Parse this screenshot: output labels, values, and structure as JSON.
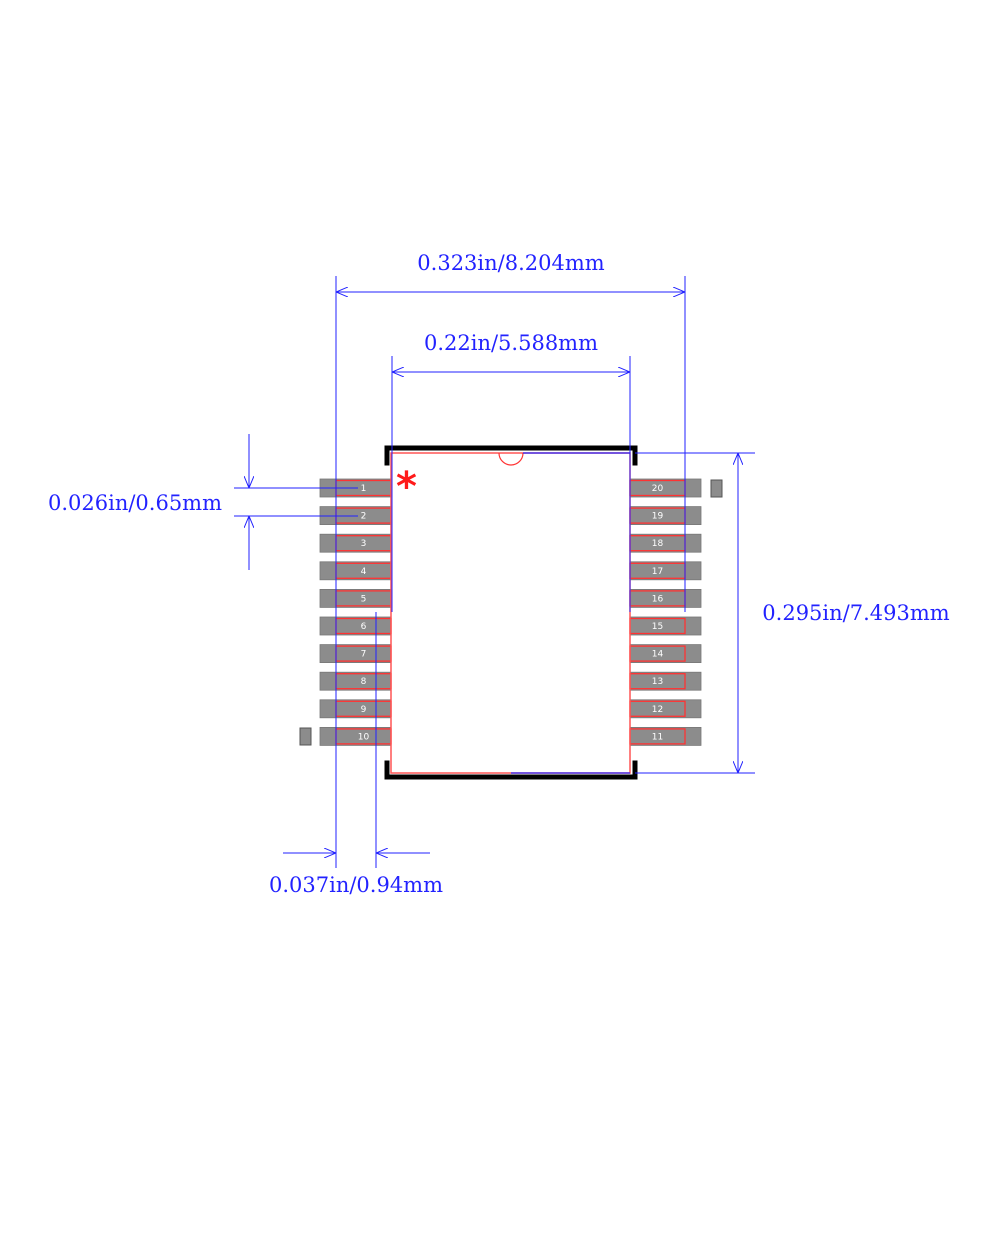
{
  "dimensions": {
    "overall_width": "0.323in/8.204mm",
    "body_width": "0.22in/5.588mm",
    "pin_pitch": "0.026in/0.65mm",
    "body_height": "0.295in/7.493mm",
    "pad_width": "0.037in/0.94mm"
  },
  "pins": {
    "left": [
      "1",
      "2",
      "3",
      "4",
      "5",
      "6",
      "7",
      "8",
      "9",
      "10"
    ],
    "right": [
      "20",
      "19",
      "18",
      "17",
      "16",
      "15",
      "14",
      "13",
      "12",
      "11"
    ]
  },
  "pin1_marker": "*",
  "colors": {
    "dimension": "#2222ff",
    "pad": "#8c8c8c",
    "outline_red": "#ff3333",
    "silkscreen": "#000000",
    "marker": "#ff1a1a"
  }
}
